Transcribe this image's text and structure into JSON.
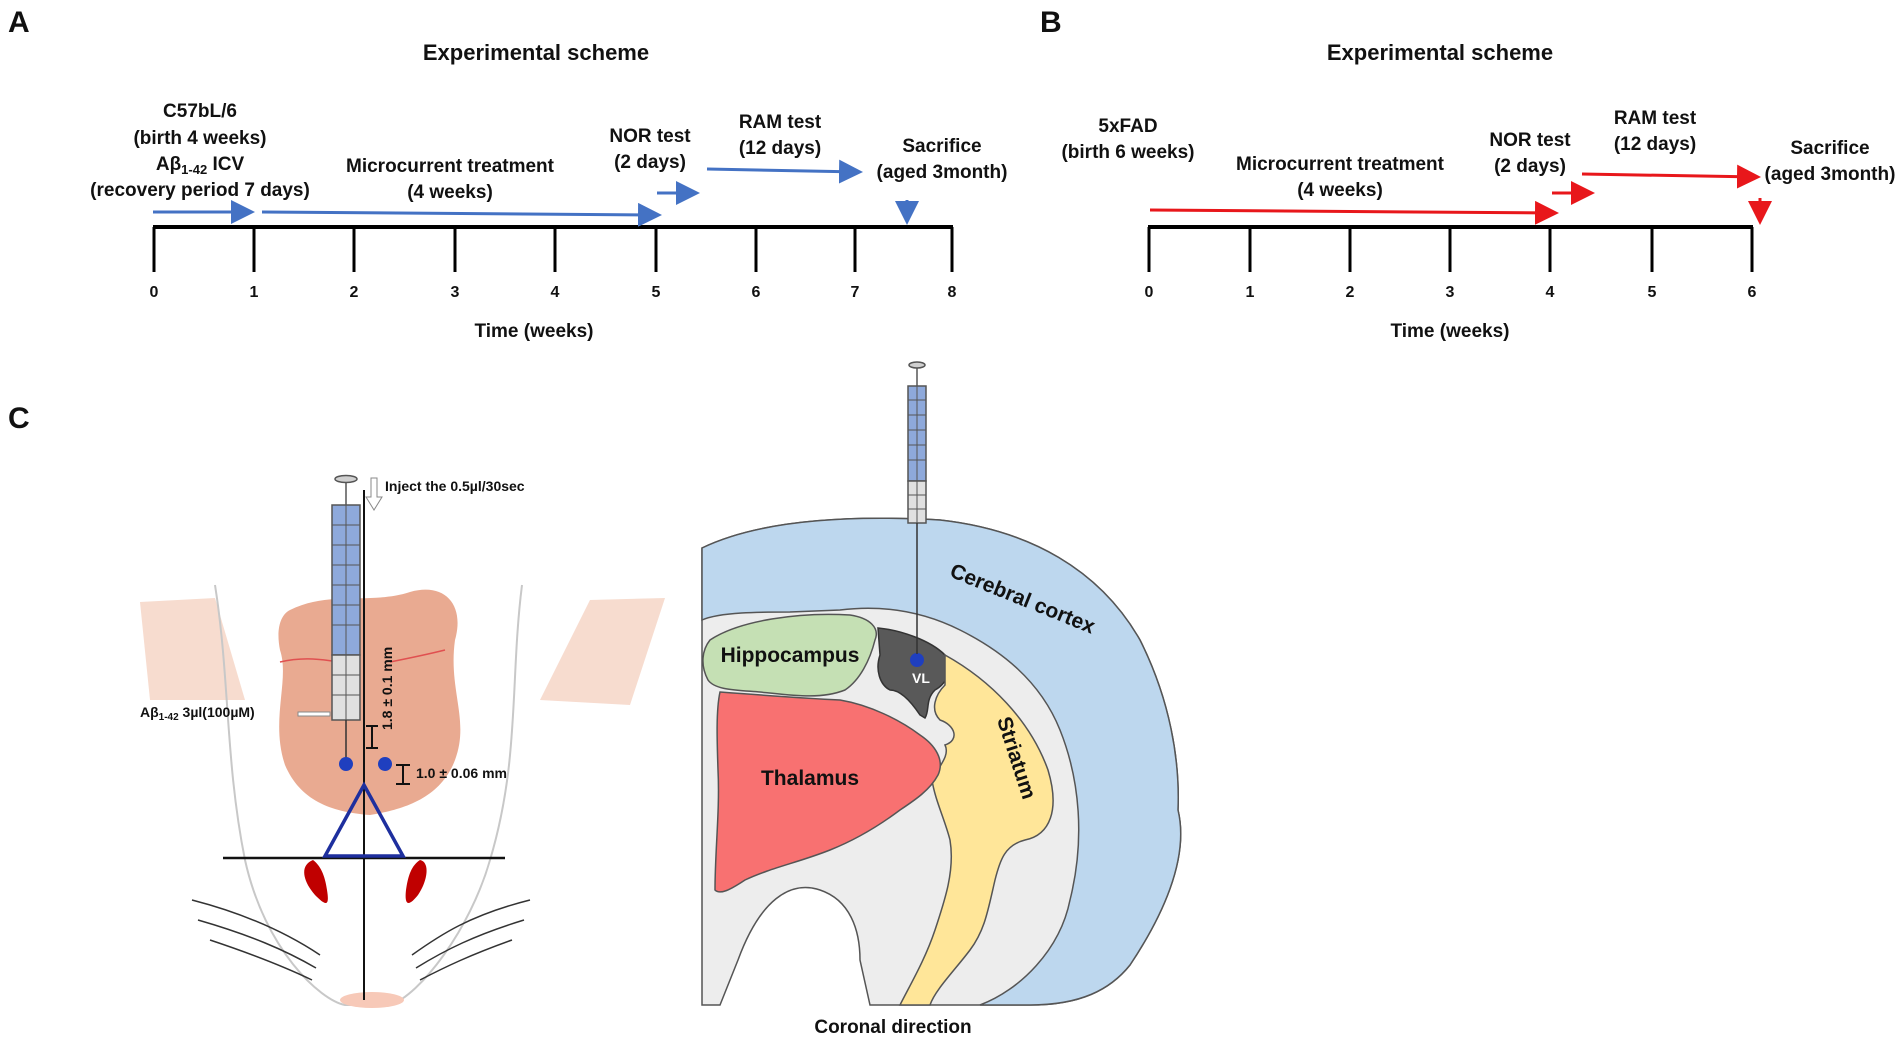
{
  "panels": {
    "A": {
      "label": "A",
      "title": "Experimental scheme",
      "xlabel": "Time (weeks)",
      "ticks": [
        "0",
        "1",
        "2",
        "3",
        "4",
        "5",
        "6",
        "7",
        "8"
      ],
      "events": {
        "e1_line1": "C57bL/6",
        "e1_line2": "(birth 4 weeks)",
        "e1_line3_a": "Aβ",
        "e1_line3_sub": "1-42",
        "e1_line3_b": " ICV",
        "e1_line4": "(recovery period  7 days)",
        "e2_line1": "Microcurrent treatment",
        "e2_line2": "(4 weeks)",
        "e3_line1": "NOR test",
        "e3_line2": "(2 days)",
        "e4_line1": "RAM test",
        "e4_line2": "(12 days)",
        "e5_line1": "Sacrifice",
        "e5_line2": "(aged 3month)"
      },
      "arrow_color": "#4472C4"
    },
    "B": {
      "label": "B",
      "title": "Experimental scheme",
      "xlabel": "Time (weeks)",
      "ticks": [
        "0",
        "1",
        "2",
        "3",
        "4",
        "5",
        "6"
      ],
      "events": {
        "e1_line1": "5xFAD",
        "e1_line2": "(birth 6 weeks)",
        "e2_line1": "Microcurrent treatment",
        "e2_line2": "(4 weeks)",
        "e3_line1": "NOR test",
        "e3_line2": "(2 days)",
        "e4_line1": "RAM test",
        "e4_line2": "(12 days)",
        "e5_line1": "Sacrifice",
        "e5_line2": "(aged 3month)"
      },
      "arrow_color": "#E8171B"
    },
    "C": {
      "label": "C",
      "inject_text": "Inject the 0.5µl/30sec",
      "abeta_a": "Aβ",
      "abeta_sub": "1-42",
      "abeta_b": " 3µl(100µM)",
      "depth_text": "1.8 ± 0.1 mm",
      "lateral_text": "1.0 ± 0.06 mm",
      "regions": {
        "cortex": "Cerebral cortex",
        "hippocampus": "Hippocampus",
        "thalamus": "Thalamus",
        "striatum": "Striatum",
        "vl": "VL"
      },
      "caption": "Coronal direction",
      "colors": {
        "cortex": "#BDD7EE",
        "hippocampus": "#C5E0B4",
        "thalamus": "#F87171",
        "striatum": "#FFE699",
        "ventricle": "#595959",
        "skull": "#E9AA91",
        "syringe_blue": "#8EA9DB",
        "target_dot": "#1F3FBF"
      }
    }
  }
}
